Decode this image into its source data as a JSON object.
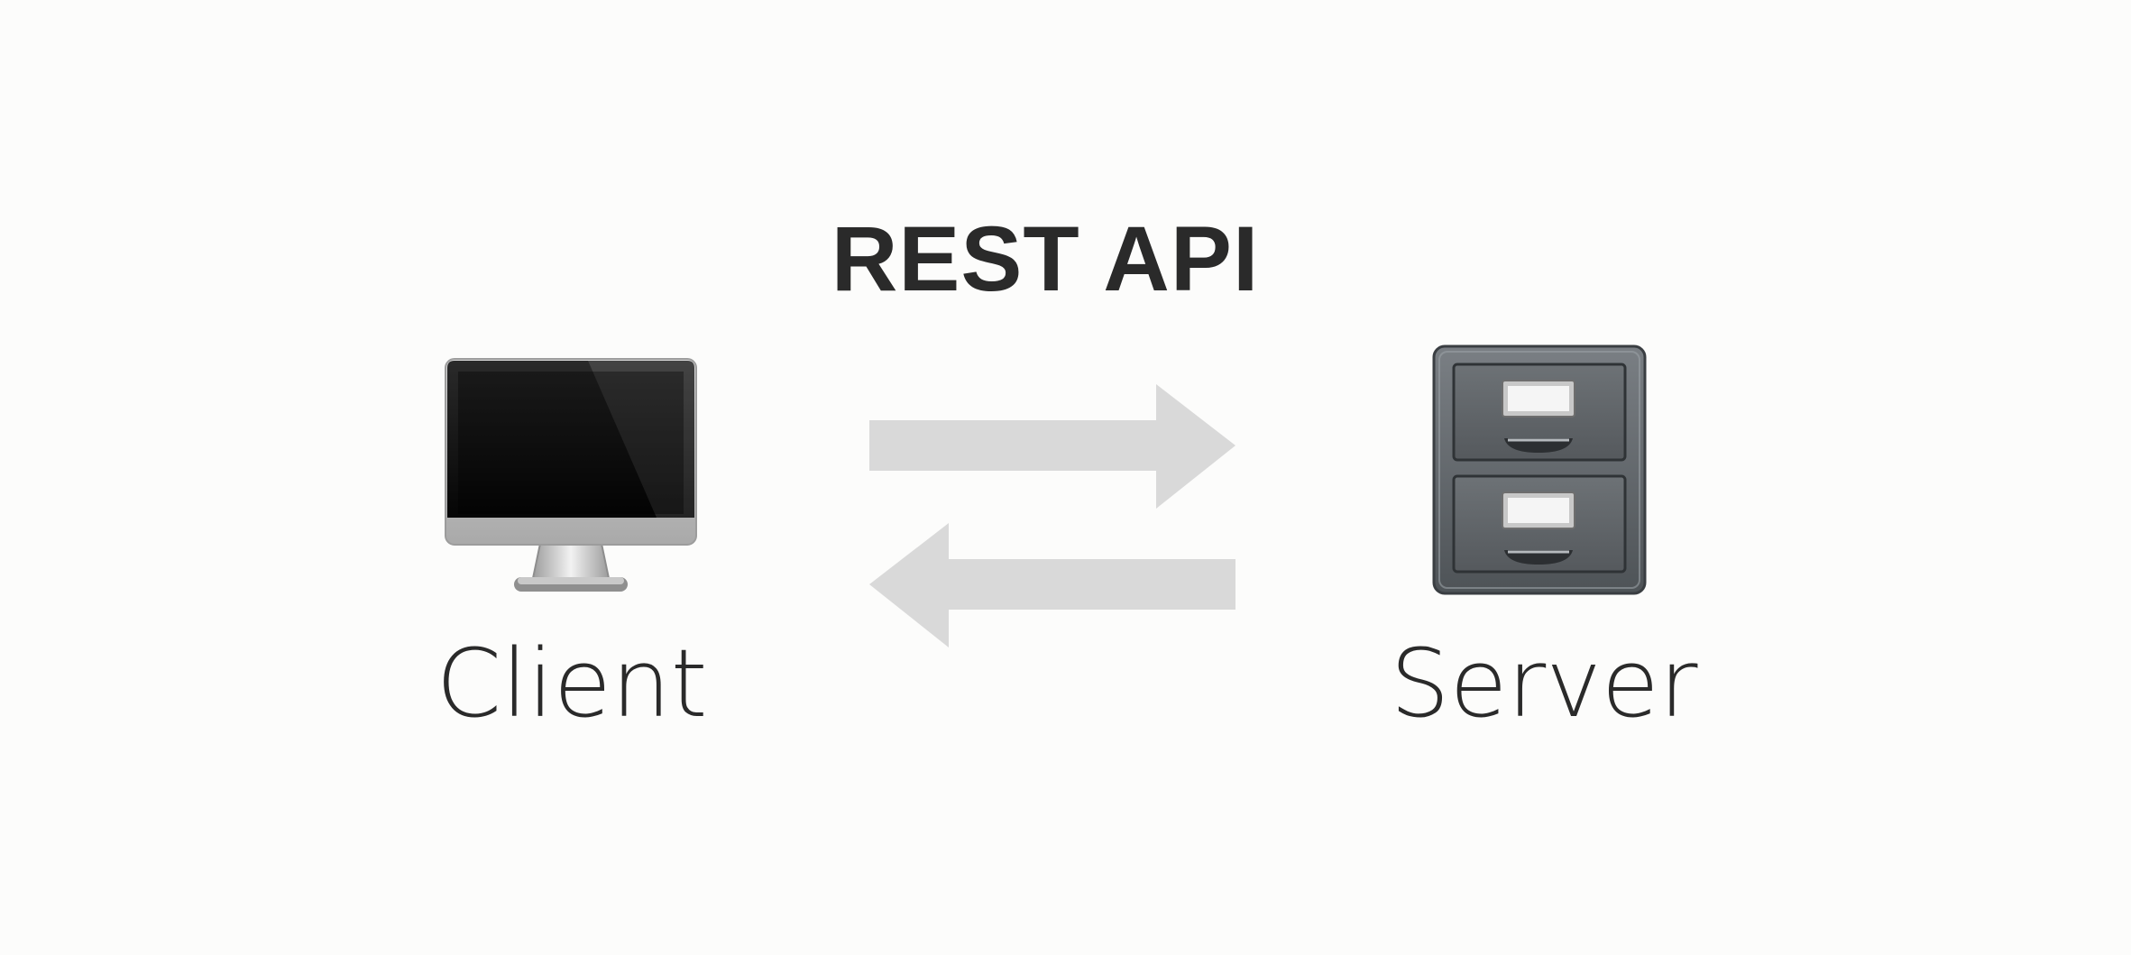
{
  "diagram": {
    "title": "REST API",
    "client": {
      "label": "Client",
      "icon": "desktop-computer-icon"
    },
    "server": {
      "label": "Server",
      "icon": "file-cabinet-icon"
    },
    "colors": {
      "background": "#fcfcfb",
      "text": "#2a2a2a",
      "arrow": "#d9d9d9"
    }
  }
}
